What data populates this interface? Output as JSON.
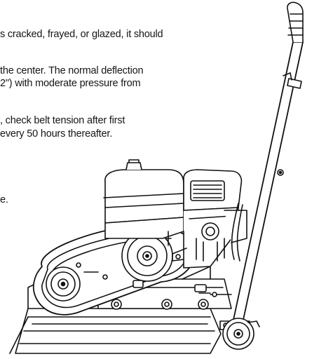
{
  "manual": {
    "lines": [
      "s cracked, frayed, or glazed, it should",
      "the center. The normal deflection",
      "2\") with moderate pressure from",
      ", check belt tension after first",
      "every 50 hours thereafter.",
      "e."
    ]
  },
  "illustration": {
    "icon": "plate-compactor-belt-drive-illustration"
  }
}
